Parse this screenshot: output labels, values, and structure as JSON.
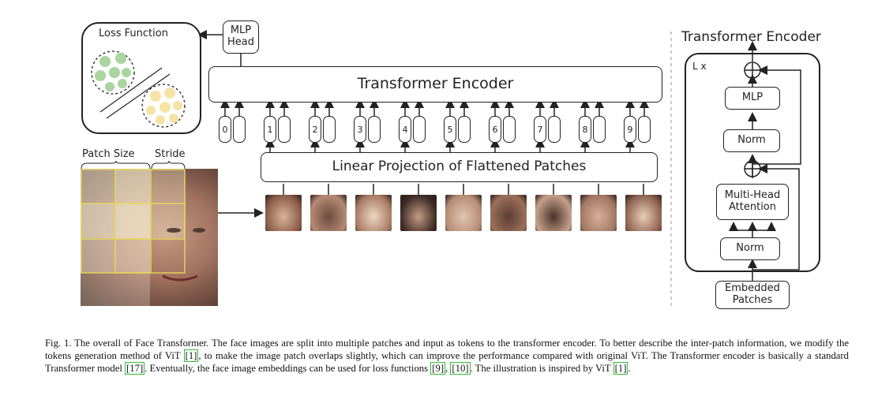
{
  "loss_function": {
    "title": "Loss Function"
  },
  "mlp_head": {
    "label": "MLP Head"
  },
  "main_encoder": {
    "label": "Transformer Encoder"
  },
  "tokens": [
    "0",
    "1",
    "2",
    "3",
    "4",
    "5",
    "6",
    "7",
    "8",
    "9"
  ],
  "linear_projection": {
    "label": "Linear Projection of Flattened Patches"
  },
  "patch_labels": {
    "patch_size": "Patch Size",
    "stride": "Stride"
  },
  "encoder_detail": {
    "title": "Transformer Encoder",
    "repeat": "L x",
    "mlp": "MLP",
    "norm_top": "Norm",
    "attention": "Multi-Head Attention",
    "norm_bottom": "Norm",
    "embedded": "Embedded Patches"
  },
  "caption": {
    "t1": "Fig. 1.  The overall of Face Transformer. The face images are split into multiple patches and input as tokens to the transformer encoder. To better describe the inter-patch information, we modify the tokens generation method of ViT ",
    "r1": "[1]",
    "t2": ", to make the image patch overlaps slightly, which can improve the performance compared with original ViT. The Transformer encoder is basically a standard Transformer model ",
    "r2": "[17]",
    "t3": ". Eventually, the face image embeddings can be used for loss functions ",
    "r3": "[9]",
    "t4": ", ",
    "r4": "[10]",
    "t5": ". The illustration is inspired by ViT ",
    "r5": "[1]",
    "t6": "."
  },
  "colors": {
    "green": "#a8d5a0",
    "yellow": "#f6e3a6",
    "patch_grid": "#e8d85a"
  }
}
